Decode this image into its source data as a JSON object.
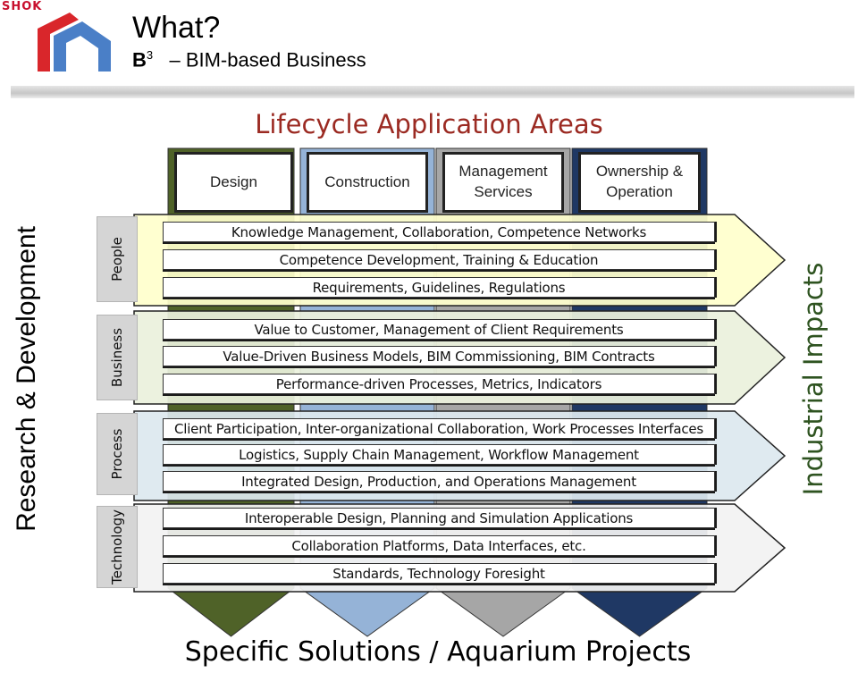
{
  "header": {
    "logo_text": "SHOK",
    "title": "What?",
    "subtitle_b": "B",
    "subtitle_sup": "3",
    "subtitle_rest": "– BIM-based Business"
  },
  "diagram": {
    "areas_title": "Lifecycle Application Areas",
    "columns": [
      {
        "label": "Design",
        "color": "#4f6228"
      },
      {
        "label": "Construction",
        "color": "#95b3d7"
      },
      {
        "label": "Management\nServices",
        "color": "#a6a6a6"
      },
      {
        "label": "Ownership &\nOperation",
        "color": "#1f3864"
      }
    ],
    "left_label": "Research & Development",
    "right_label": "Industrial Impacts",
    "bottom_label": "Specific Solutions / Aquarium Projects",
    "rows": [
      {
        "label": "People",
        "color": "#ffffcc",
        "items": [
          "Knowledge Management, Collaboration, Competence Networks",
          "Competence Development, Training & Education",
          "Requirements, Guidelines, Regulations"
        ]
      },
      {
        "label": "Business",
        "color": "#ebf1dd",
        "items": [
          "Value to Customer, Management of Client Requirements",
          "Value-Driven Business Models, BIM Commissioning, BIM Contracts",
          "Performance-driven Processes, Metrics, Indicators"
        ]
      },
      {
        "label": "Process",
        "color": "#dde8ef",
        "items": [
          "Client Participation, Inter-organizational Collaboration, Work Processes Interfaces",
          "Logistics, Supply Chain Management, Workflow Management",
          "Integrated Design, Production, and Operations Management"
        ]
      },
      {
        "label": "Technology",
        "color": "#f2f2f2",
        "items": [
          "Interoperable Design, Planning and Simulation Applications",
          "Collaboration Platforms, Data Interfaces, etc.",
          "Standards, Technology Foresight"
        ]
      }
    ]
  }
}
